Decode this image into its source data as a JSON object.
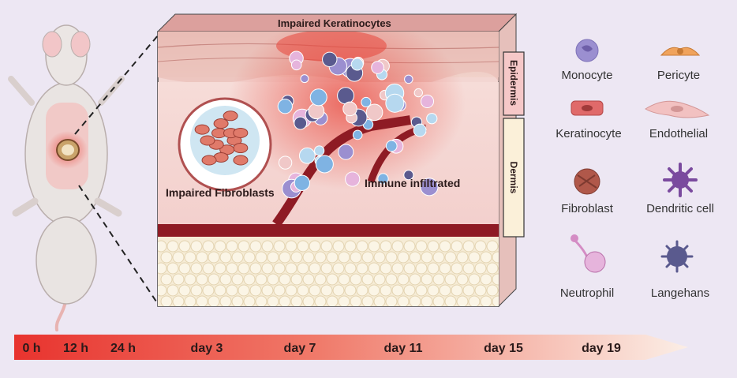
{
  "labels": {
    "impaired_keratinocytes": "Impaired Keratinocytes",
    "impaired_fibroblasts": "Impaired Fibroblasts",
    "immune_infiltrated": "Immune infiltrated",
    "epidermis": "Epidermis",
    "dermis": "Dermis"
  },
  "legend": [
    {
      "label": "Monocyte",
      "icon": "monocyte-icon",
      "color": "#9b8fd0"
    },
    {
      "label": "Pericyte",
      "icon": "pericyte-icon",
      "color": "#f0a35c"
    },
    {
      "label": "Keratinocyte",
      "icon": "keratinocyte-icon",
      "color": "#e06a6a"
    },
    {
      "label": "Endothelial",
      "icon": "endothelial-icon",
      "color": "#f2c1c1"
    },
    {
      "label": "Fibroblast",
      "icon": "fibroblast-icon",
      "color": "#b0584a"
    },
    {
      "label": "Dendritic cell",
      "icon": "dendritic-cell-icon",
      "color": "#7a4a9e"
    },
    {
      "label": "Neutrophil",
      "icon": "neutrophil-icon",
      "color": "#d48cc4"
    },
    {
      "label": "Langehans",
      "icon": "langerhans-icon",
      "color": "#5a5a8e"
    }
  ],
  "timeline": [
    "0 h",
    "12 h",
    "24 h",
    "day 3",
    "day 7",
    "day 11",
    "day 15",
    "day 19"
  ],
  "colors": {
    "background": "#ede7f3",
    "timeline_start": "#e8332e",
    "timeline_end": "#fbeee6",
    "wound": "#e8453a",
    "vessel": "#8e1b24"
  }
}
